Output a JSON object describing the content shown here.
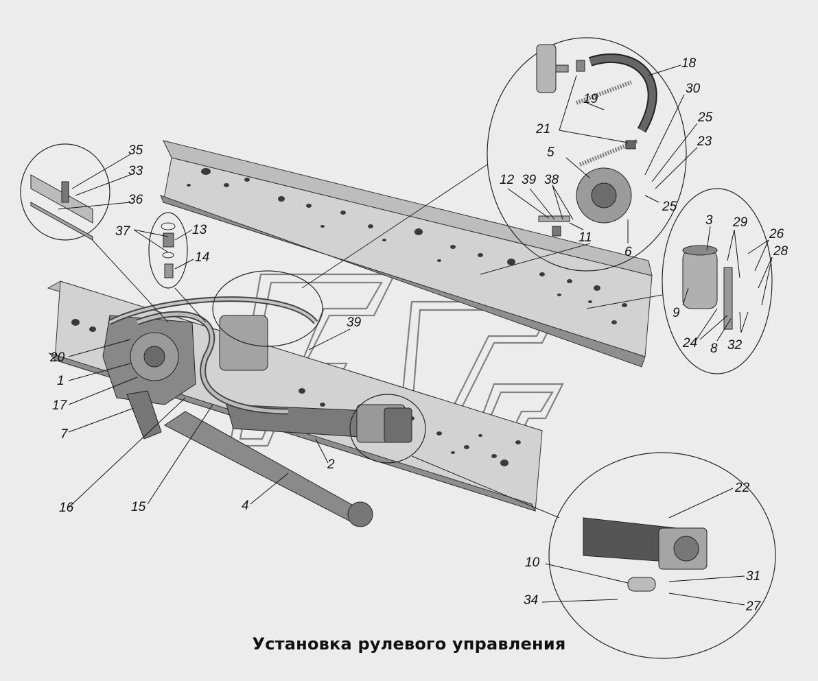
{
  "caption": "Установка рулевого управления",
  "callouts": [
    "1",
    "2",
    "3",
    "4",
    "5",
    "6",
    "7",
    "8",
    "9",
    "10",
    "11",
    "12",
    "13",
    "14",
    "15",
    "16",
    "17",
    "18",
    "19",
    "20",
    "21",
    "22",
    "23",
    "24",
    "25",
    "26",
    "27",
    "28",
    "29",
    "30",
    "31",
    "32",
    "33",
    "34",
    "35",
    "36",
    "37",
    "38",
    "39"
  ],
  "colors": {
    "background": "#ececec",
    "frame_light": "#d2d2d2",
    "frame_dark": "#8e8e8e",
    "hole": "#3a3a3a",
    "line": "#1a1a1a",
    "watermark": "#4a4a4a"
  }
}
